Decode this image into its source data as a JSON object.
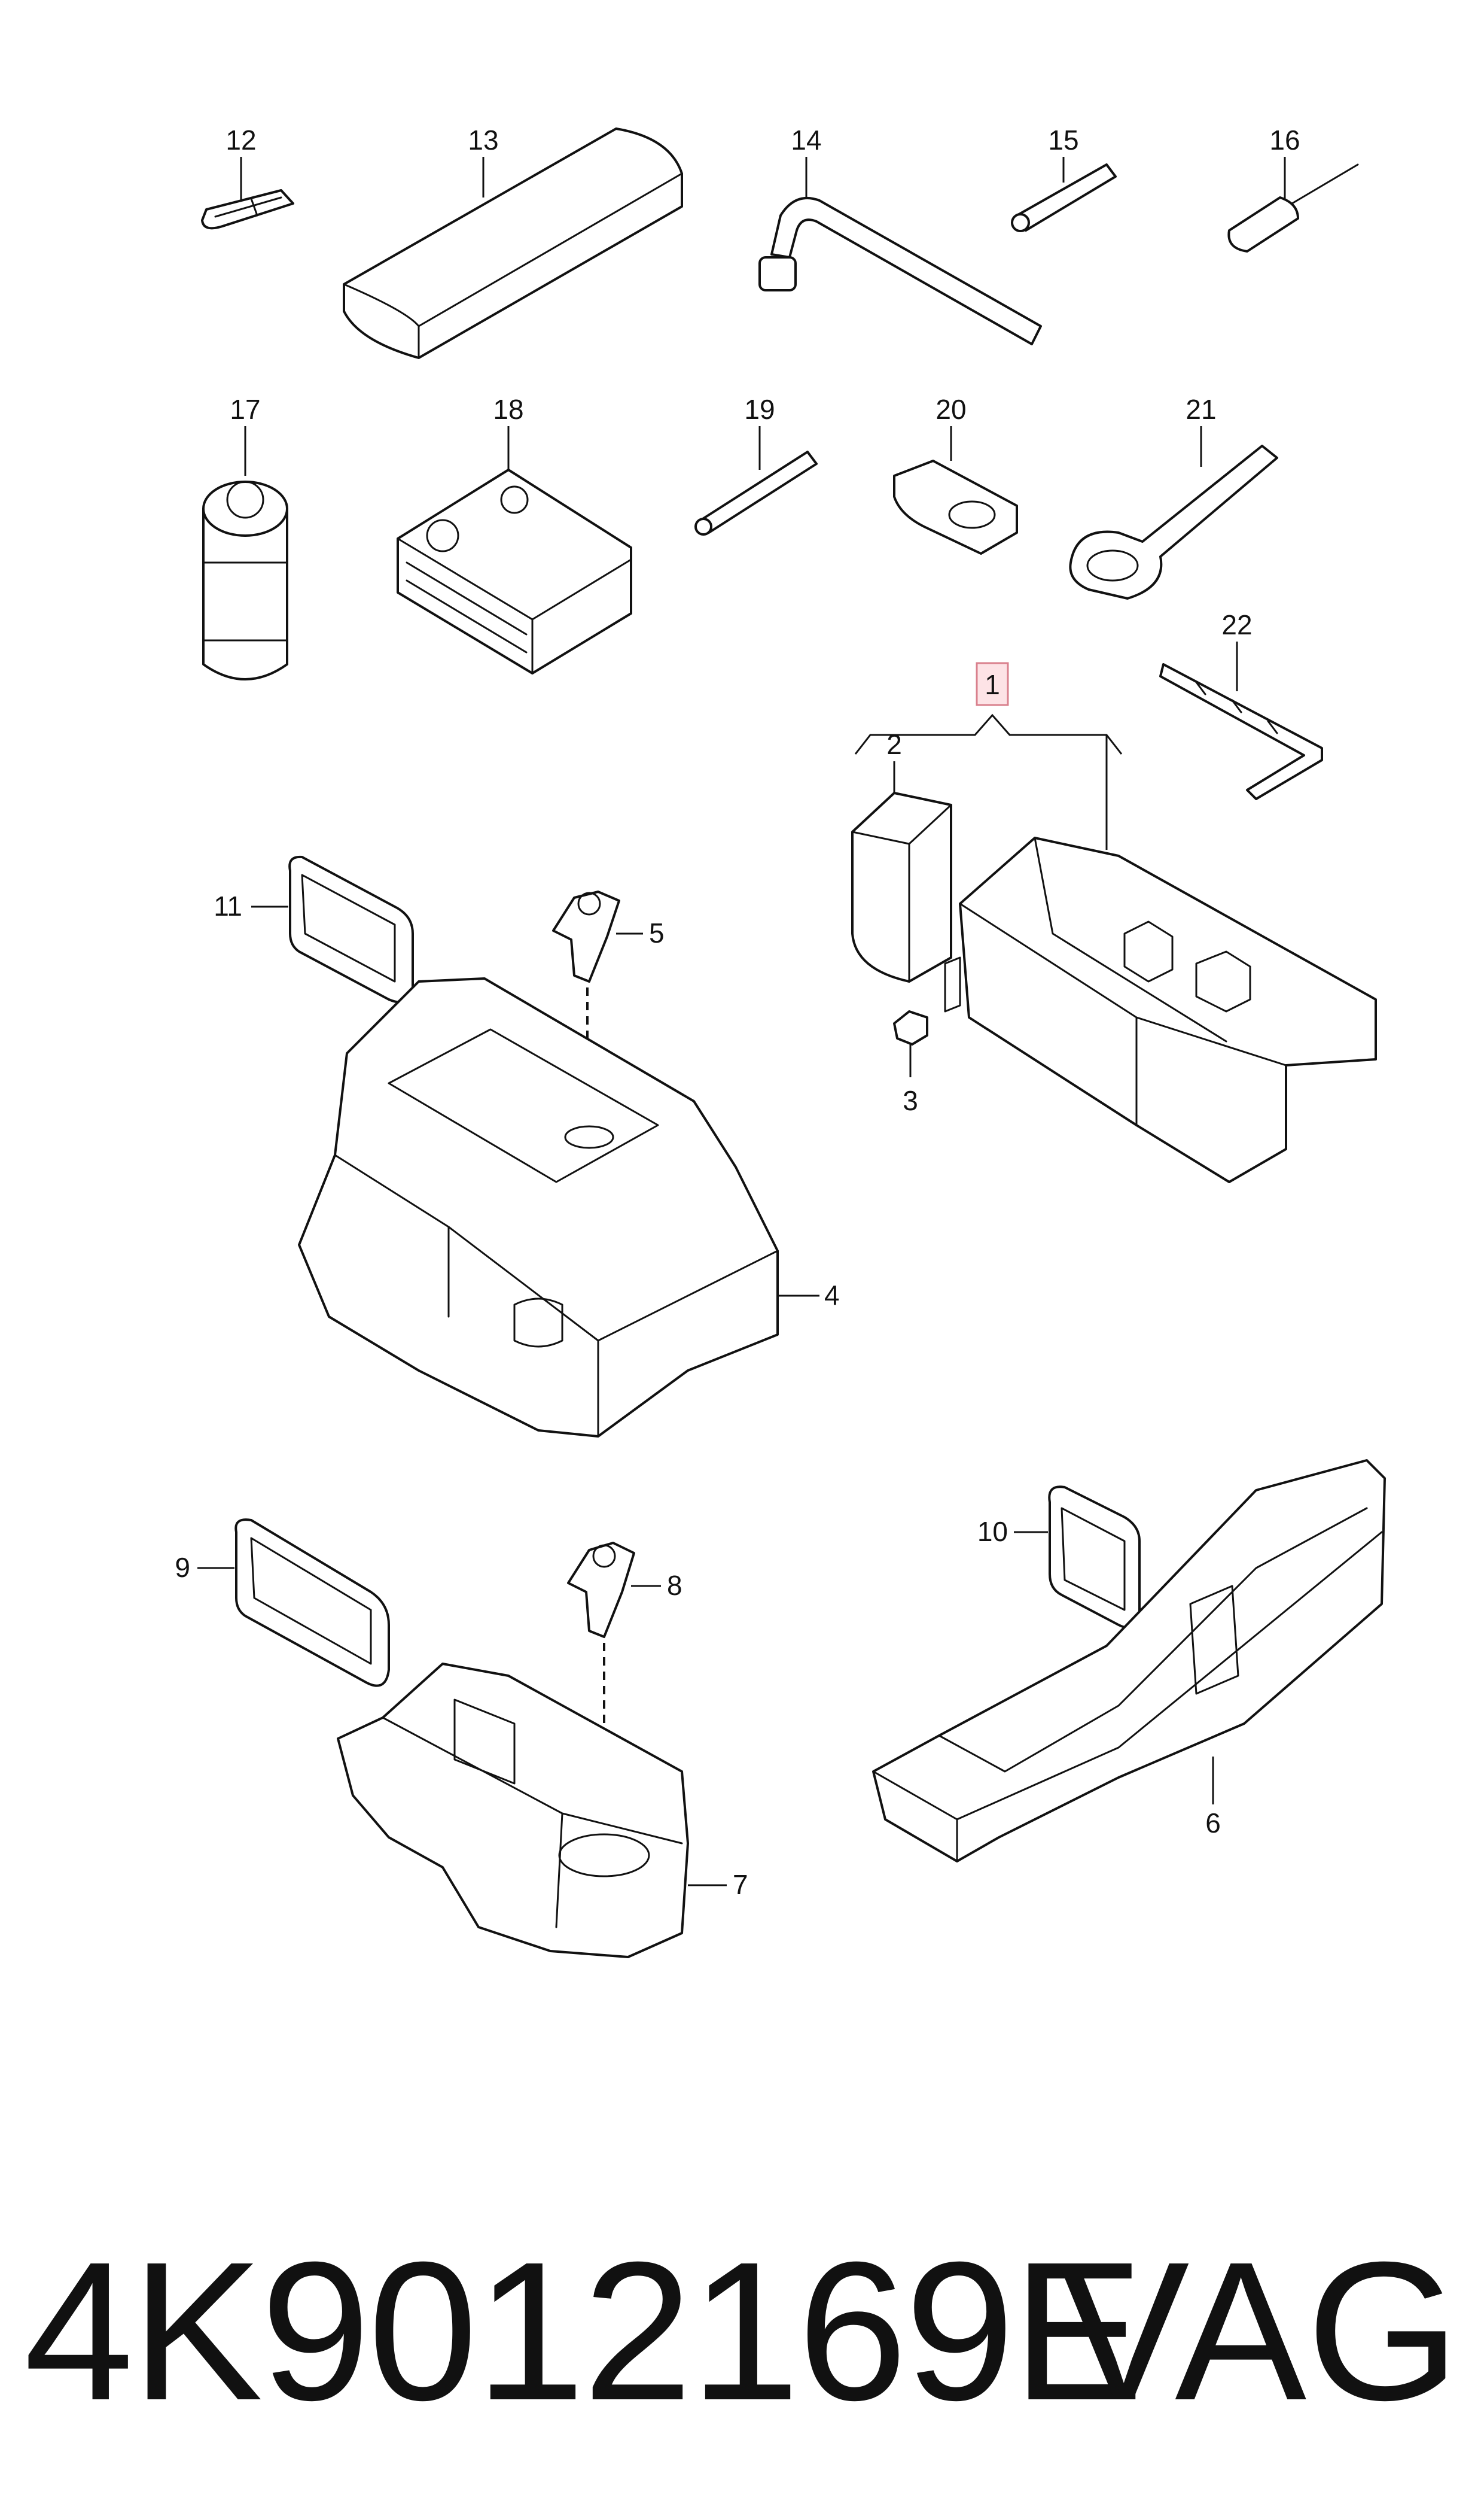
{
  "callouts": {
    "c1": "1",
    "c2": "2",
    "c3": "3",
    "c4": "4",
    "c5": "5",
    "c6": "6",
    "c7": "7",
    "c8": "8",
    "c9": "9",
    "c10": "10",
    "c11": "11",
    "c12": "12",
    "c13": "13",
    "c14": "14",
    "c15": "15",
    "c16": "16",
    "c17": "17",
    "c18": "18",
    "c19": "19",
    "c20": "20",
    "c21": "21",
    "c22": "22"
  },
  "highlight": {
    "callout": "1",
    "color": "#fde3e6",
    "border": "#d9808d"
  },
  "footer": {
    "part_number": "4K9012169E",
    "brand": "VAG"
  }
}
